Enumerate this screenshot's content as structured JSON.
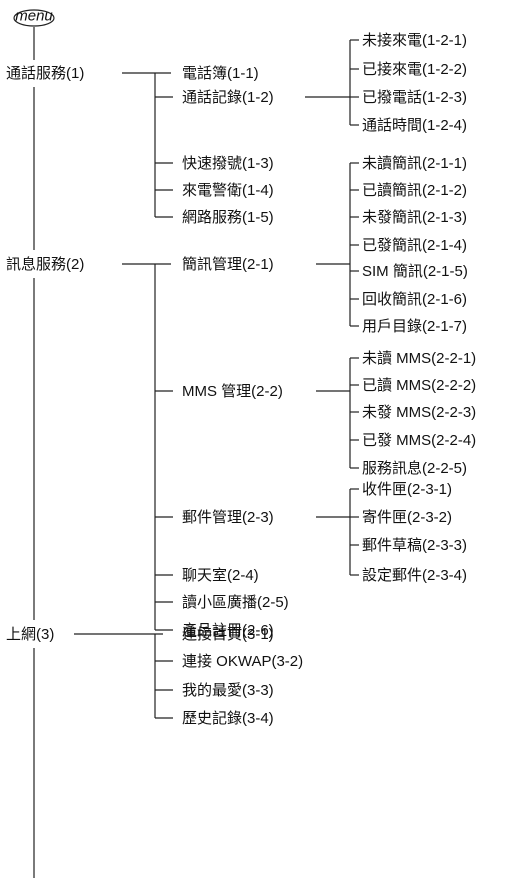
{
  "menu_key": {
    "label": "menu"
  },
  "menu": [
    {
      "label": "通話服務(1)",
      "children": [
        {
          "label": "電話簿(1-1)"
        },
        {
          "label": "通話記錄(1-2)",
          "children": [
            {
              "label": "未接來電(1-2-1)"
            },
            {
              "label": "已接來電(1-2-2)"
            },
            {
              "label": "已撥電話(1-2-3)"
            },
            {
              "label": "通話時間(1-2-4)"
            }
          ]
        },
        {
          "label": "快速撥號(1-3)"
        },
        {
          "label": "來電警衛(1-4)"
        },
        {
          "label": "網路服務(1-5)"
        }
      ]
    },
    {
      "label": "訊息服務(2)",
      "children": [
        {
          "label": "簡訊管理(2-1)",
          "children": [
            {
              "label": "未讀簡訊(2-1-1)"
            },
            {
              "label": "已讀簡訊(2-1-2)"
            },
            {
              "label": "未發簡訊(2-1-3)"
            },
            {
              "label": "已發簡訊(2-1-4)"
            },
            {
              "label": "SIM 簡訊(2-1-5)"
            },
            {
              "label": "回收簡訊(2-1-6)"
            },
            {
              "label": "用戶目錄(2-1-7)"
            }
          ]
        },
        {
          "label": "MMS 管理(2-2)",
          "children": [
            {
              "label": "未讀 MMS(2-2-1)"
            },
            {
              "label": "已讀 MMS(2-2-2)"
            },
            {
              "label": "未發 MMS(2-2-3)"
            },
            {
              "label": "已發 MMS(2-2-4)"
            },
            {
              "label": "服務訊息(2-2-5)"
            }
          ]
        },
        {
          "label": "郵件管理(2-3)",
          "children": [
            {
              "label": "收件匣(2-3-1)"
            },
            {
              "label": "寄件匣(2-3-2)"
            },
            {
              "label": "郵件草稿(2-3-3)"
            },
            {
              "label": "設定郵件(2-3-4)"
            }
          ]
        },
        {
          "label": "聊天室(2-4)"
        },
        {
          "label": "讀小區廣播(2-5)"
        },
        {
          "label": "產品註冊(2-6)"
        }
      ]
    },
    {
      "label": "上網(3)",
      "children": [
        {
          "label": "連接首頁(3-1)"
        },
        {
          "label": "連接 OKWAP(3-2)"
        },
        {
          "label": "我的最愛(3-3)"
        },
        {
          "label": "歷史記錄(3-4)"
        }
      ]
    }
  ]
}
